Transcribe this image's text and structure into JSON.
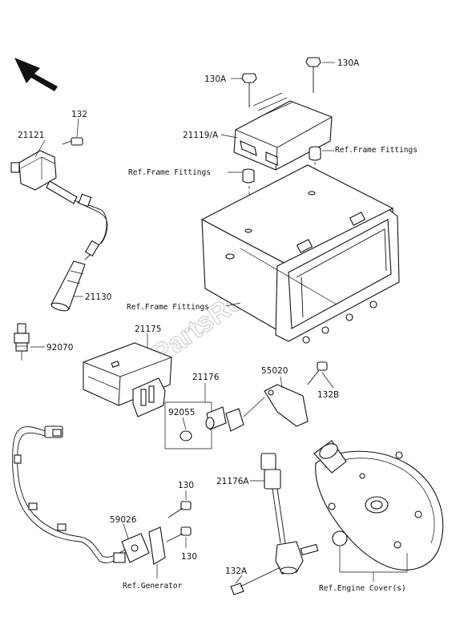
{
  "diagram": {
    "watermark": "PartsRepublik",
    "labels": {
      "p132": "132",
      "p21121": "21121",
      "p21130": "21130",
      "p92070": "92070",
      "p130A_left": "130A",
      "p130A_right": "130A",
      "p21119A": "21119/A",
      "ref_frame_right": "Ref.Frame Fittings",
      "ref_frame_left": "Ref.Frame Fittings",
      "ref_frame_box": "Ref.Frame Fittings",
      "p21175": "21175",
      "p21176": "21176",
      "p92055": "92055",
      "p55020": "55020",
      "p132B": "132B",
      "p130_top": "130",
      "p59026": "59026",
      "p130_bottom": "130",
      "ref_generator": "Ref.Generator",
      "p21176A": "21176A",
      "p132A": "132A",
      "ref_engine_cover": "Ref.Engine Cover(s)"
    }
  }
}
